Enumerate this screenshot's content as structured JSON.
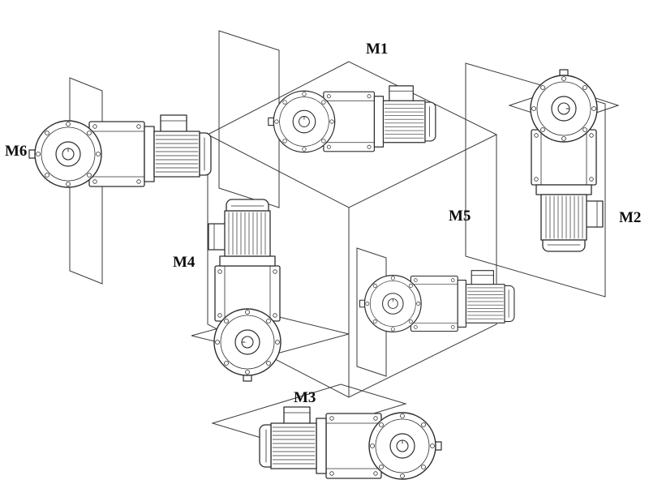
{
  "figure": {
    "positions": [
      {
        "label": "M1"
      },
      {
        "label": "M2"
      },
      {
        "label": "M3"
      },
      {
        "label": "M4"
      },
      {
        "label": "M5"
      },
      {
        "label": "M6"
      }
    ]
  },
  "colors": {
    "line": "#2d2d2d",
    "background": "#ffffff",
    "label_text": "#0d0d0d"
  }
}
